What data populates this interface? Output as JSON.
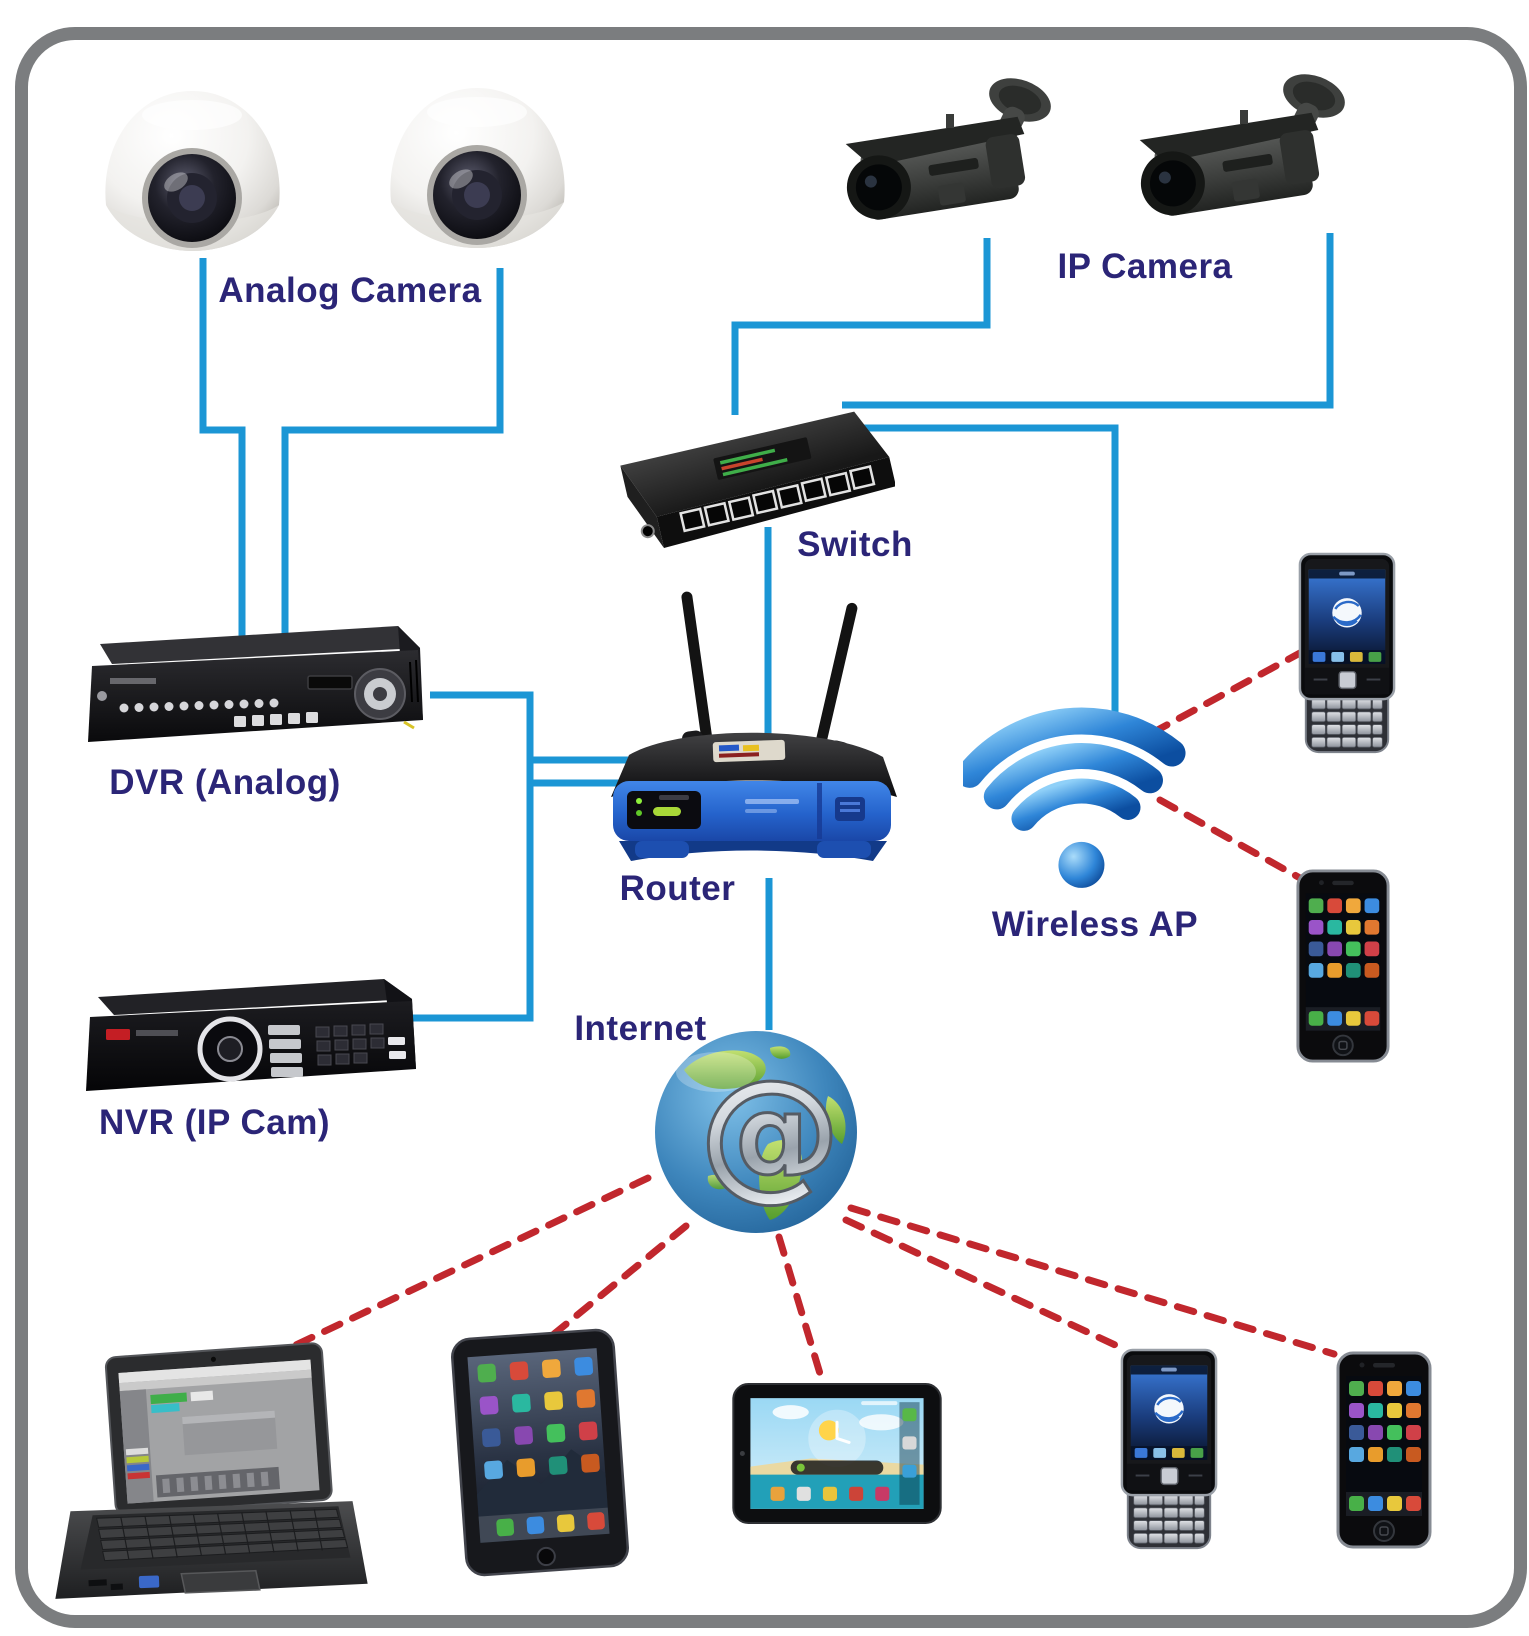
{
  "diagram": {
    "kind": "surveillance-network-topology",
    "colors": {
      "wired_line": "#1b96d5",
      "wireless_line": "#c1272d",
      "label_text": "#2b2577",
      "frame_border": "#7b7d7f"
    },
    "labels": {
      "analog_camera": "Analog Camera",
      "ip_camera": "IP Camera",
      "switch": "Switch",
      "dvr": "DVR (Analog)",
      "router": "Router",
      "wireless_ap": "Wireless AP",
      "nvr": "NVR (IP Cam)",
      "internet": "Internet"
    },
    "devices": [
      {
        "id": "analog-camera-1",
        "kind": "dome-camera"
      },
      {
        "id": "analog-camera-2",
        "kind": "dome-camera"
      },
      {
        "id": "ip-camera-1",
        "kind": "bullet-camera"
      },
      {
        "id": "ip-camera-2",
        "kind": "bullet-camera"
      },
      {
        "id": "switch",
        "kind": "8-port-ethernet-switch"
      },
      {
        "id": "dvr",
        "kind": "analog-video-recorder"
      },
      {
        "id": "router",
        "kind": "wireless-router"
      },
      {
        "id": "wireless-ap",
        "kind": "wifi-access-point"
      },
      {
        "id": "nvr",
        "kind": "network-video-recorder"
      },
      {
        "id": "internet",
        "kind": "globe"
      },
      {
        "id": "blackberry-1",
        "kind": "blackberry-phone"
      },
      {
        "id": "iphone-1",
        "kind": "iphone"
      },
      {
        "id": "laptop",
        "kind": "laptop"
      },
      {
        "id": "ipad",
        "kind": "tablet-portrait"
      },
      {
        "id": "tablet",
        "kind": "tablet-landscape"
      },
      {
        "id": "blackberry-2",
        "kind": "blackberry-phone"
      },
      {
        "id": "iphone-2",
        "kind": "iphone"
      }
    ],
    "connections": [
      {
        "from": "analog-camera-1",
        "to": "dvr",
        "type": "wired"
      },
      {
        "from": "analog-camera-2",
        "to": "dvr",
        "type": "wired"
      },
      {
        "from": "ip-camera-1",
        "to": "switch",
        "type": "wired"
      },
      {
        "from": "ip-camera-2",
        "to": "switch",
        "type": "wired"
      },
      {
        "from": "switch",
        "to": "router",
        "type": "wired"
      },
      {
        "from": "switch",
        "to": "wireless-ap",
        "type": "wired"
      },
      {
        "from": "dvr",
        "to": "router",
        "type": "wired"
      },
      {
        "from": "nvr",
        "to": "router",
        "type": "wired"
      },
      {
        "from": "router",
        "to": "internet",
        "type": "wired"
      },
      {
        "from": "wireless-ap",
        "to": "blackberry-1",
        "type": "wireless"
      },
      {
        "from": "wireless-ap",
        "to": "iphone-1",
        "type": "wireless"
      },
      {
        "from": "internet",
        "to": "laptop",
        "type": "wireless"
      },
      {
        "from": "internet",
        "to": "ipad",
        "type": "wireless"
      },
      {
        "from": "internet",
        "to": "tablet",
        "type": "wireless"
      },
      {
        "from": "internet",
        "to": "blackberry-2",
        "type": "wireless"
      },
      {
        "from": "internet",
        "to": "iphone-2",
        "type": "wireless"
      }
    ]
  }
}
